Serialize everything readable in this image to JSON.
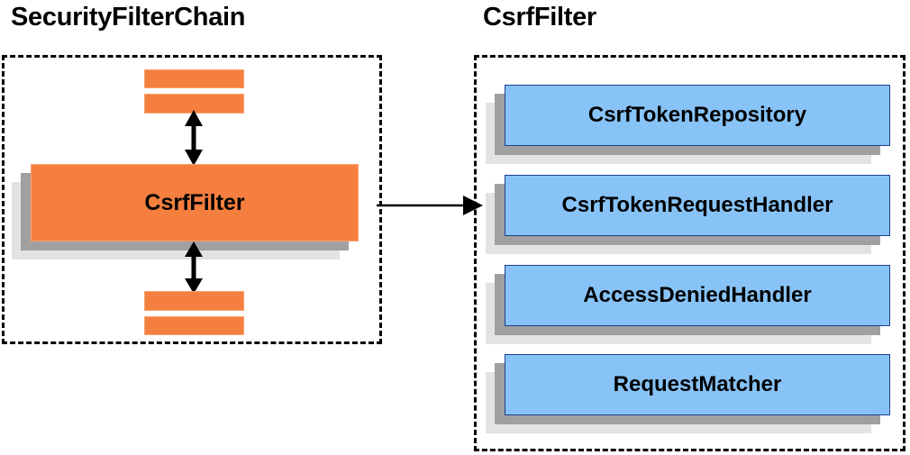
{
  "diagram": {
    "type": "component-relationship-diagram",
    "background_color": "#ffffff",
    "colors": {
      "orange_fill": "#f47f3f",
      "orange_border": "#f9a271",
      "blue_fill": "#87c3f7",
      "blue_border": "#1f3f8f",
      "shadow_mid": "#a0a0a0",
      "shadow_back": "#e3e3e3",
      "outline": "#000000",
      "text": "#000000"
    }
  },
  "left_panel": {
    "title": "SecurityFilterChain",
    "border_style": "dashed",
    "main_card": {
      "label": "CsrfFilter",
      "fill": "#f47f3f",
      "stacked": true
    },
    "stubs_top": [
      {
        "name": "filter-stub-above-1"
      },
      {
        "name": "filter-stub-above-2"
      }
    ],
    "stubs_bottom": [
      {
        "name": "filter-stub-below-1"
      },
      {
        "name": "filter-stub-below-2"
      }
    ],
    "connectors": [
      {
        "name": "arrow-vertical-top",
        "style": "double-headed",
        "direction": "vertical"
      },
      {
        "name": "arrow-vertical-bottom",
        "style": "double-headed",
        "direction": "vertical"
      }
    ]
  },
  "connector_between_panels": {
    "name": "arrow-csrffilter-to-detail",
    "style": "single-headed",
    "direction": "left-to-right"
  },
  "right_panel": {
    "title": "CsrfFilter",
    "border_style": "dashed",
    "collaborators": [
      {
        "label": "CsrfTokenRepository"
      },
      {
        "label": "CsrfTokenRequestHandler"
      },
      {
        "label": "AccessDeniedHandler"
      },
      {
        "label": "RequestMatcher"
      }
    ]
  }
}
